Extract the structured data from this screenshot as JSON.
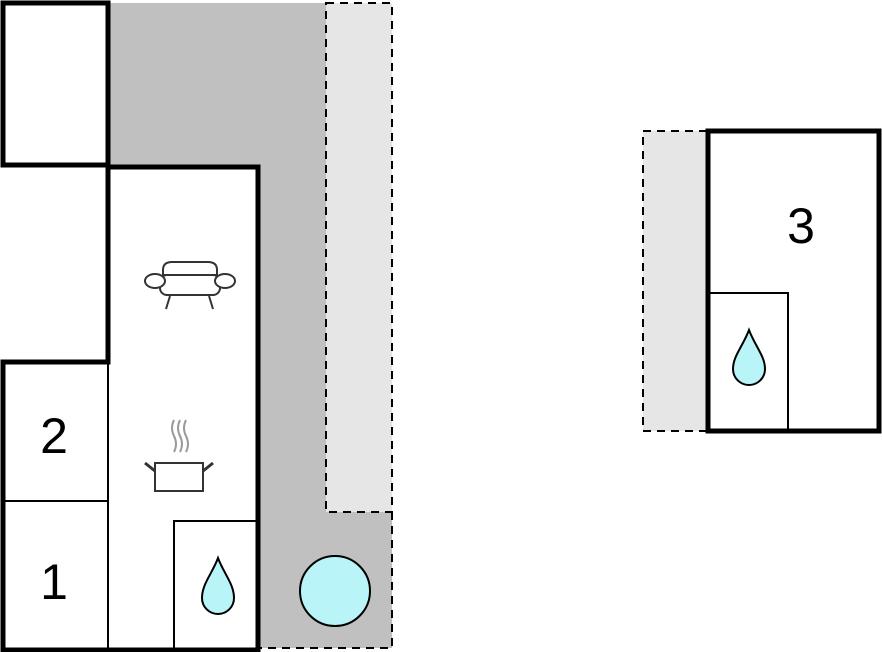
{
  "rooms": [
    {
      "number": "1"
    },
    {
      "number": "2"
    },
    {
      "number": "3"
    }
  ],
  "icons": {
    "sofa": "sofa-icon",
    "cooking_pot": "cooking-pot-icon",
    "bathroom_drop": "water-drop-icon",
    "pool": "pool-icon"
  },
  "colors": {
    "wall": "#000000",
    "terrace": "#c0c0c0",
    "outdoor_area": "#e6e6e6",
    "water": "#b8f4f8",
    "furniture_outline": "#333333",
    "steam": "#9a9a9a"
  }
}
